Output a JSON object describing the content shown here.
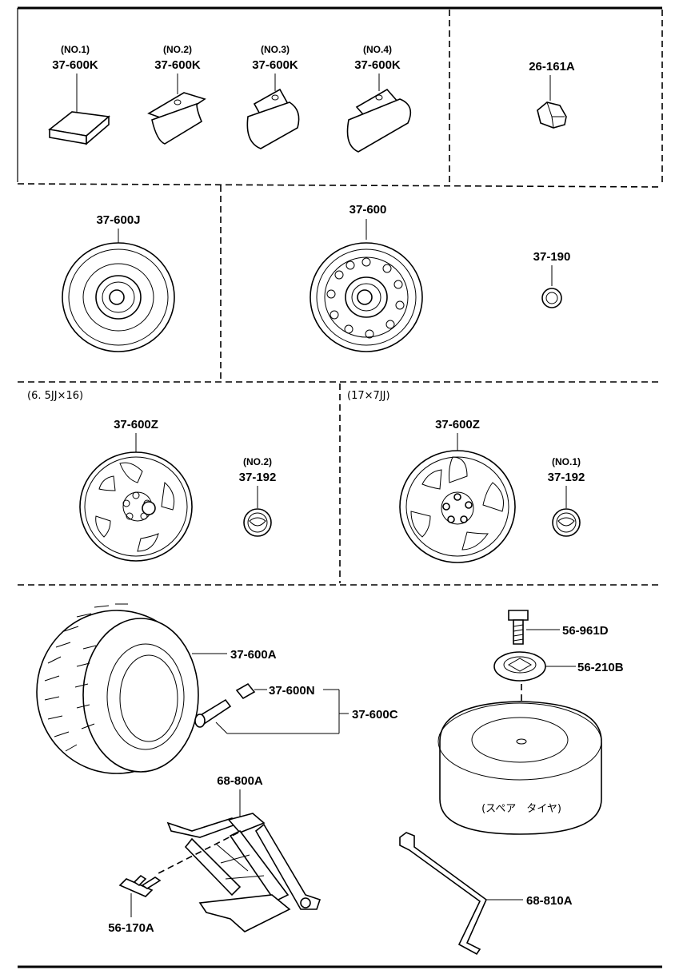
{
  "labels": {
    "no1": "(NO.1)",
    "no2": "(NO.2)",
    "no3": "(NO.3)",
    "no4": "(NO.4)",
    "p_37600K_1": "37-600K",
    "p_37600K_2": "37-600K",
    "p_37600K_3": "37-600K",
    "p_37600K_4": "37-600K",
    "p_26161A": "26-161A",
    "p_37600J": "37-600J",
    "p_37600": "37-600",
    "p_37190": "37-190",
    "size_left": "(6. 5JJ×16)",
    "size_right": "(17×7JJ)",
    "p_37600Z_left": "37-600Z",
    "p_37600Z_right": "37-600Z",
    "cap_no2": "(NO.2)",
    "cap_no1": "(NO.1)",
    "p_37192_left": "37-192",
    "p_37192_right": "37-192",
    "p_37600A": "37-600A",
    "p_37600N": "37-600N",
    "p_37600C": "37-600C",
    "p_56961D": "56-961D",
    "p_56210B": "56-210B",
    "spare_tire": "(スペア　タイヤ)",
    "p_68800A": "68-800A",
    "p_56170A": "56-170A",
    "p_68810A": "68-810A"
  }
}
